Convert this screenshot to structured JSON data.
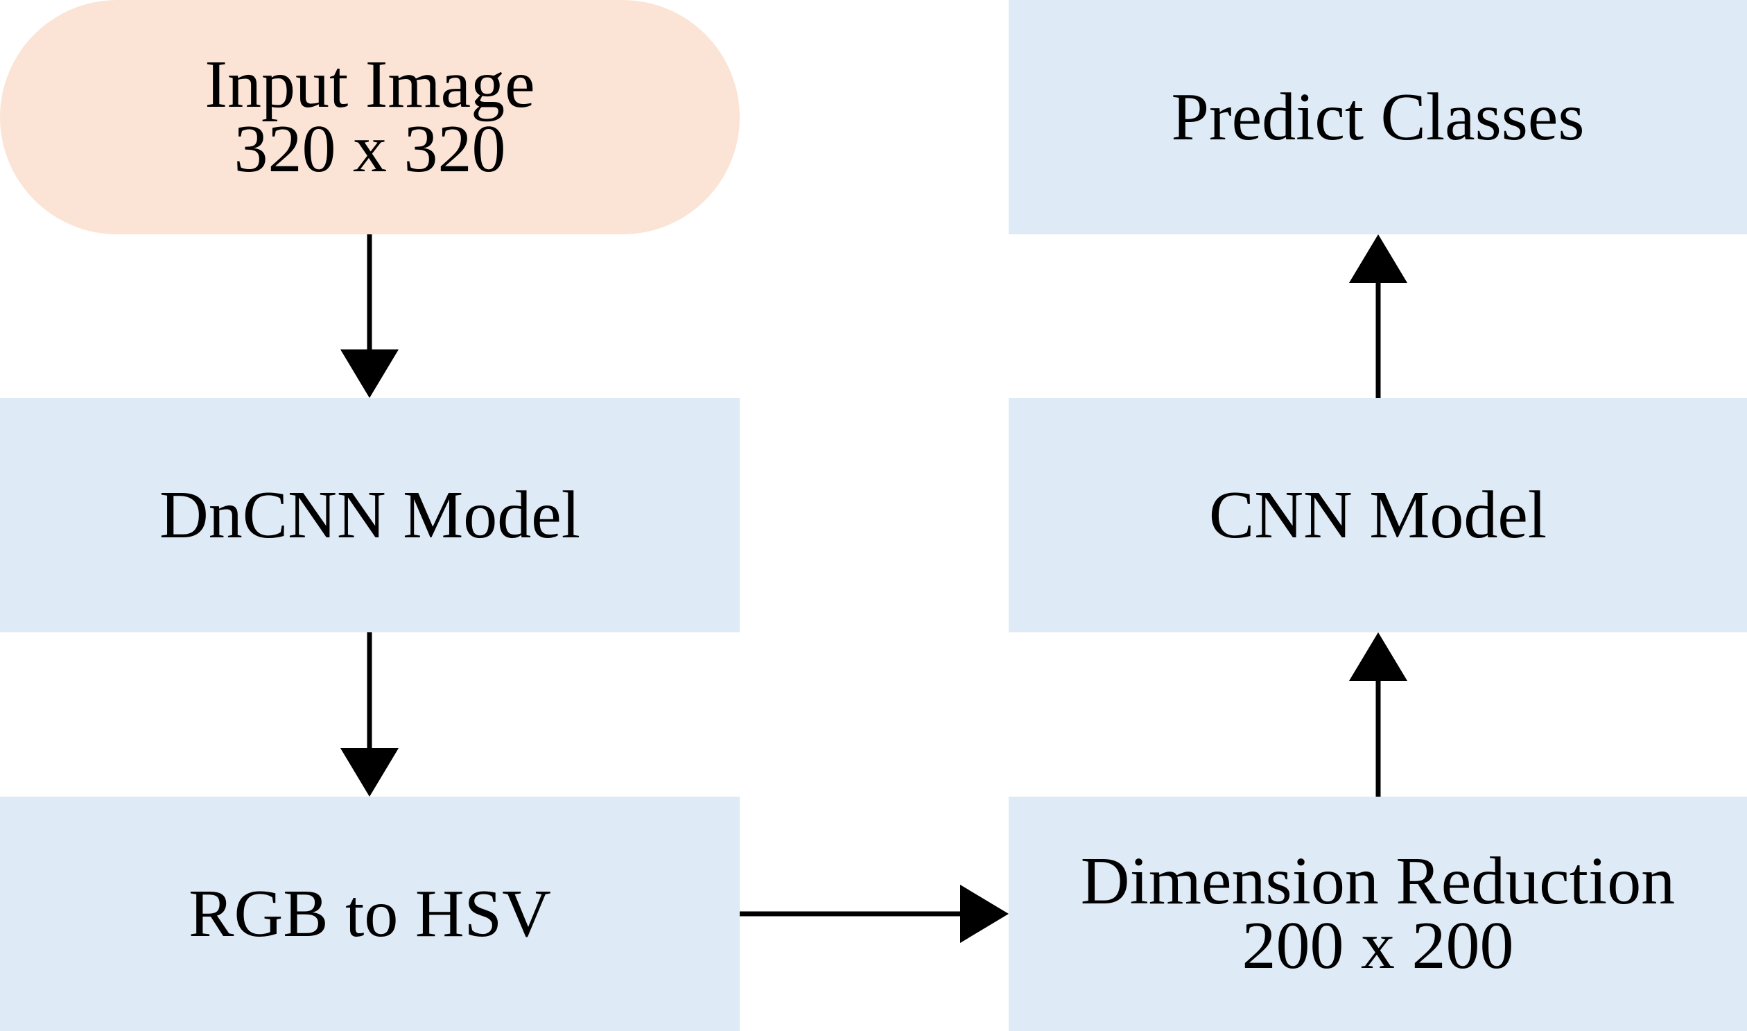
{
  "nodes": {
    "input_image": {
      "line1": "Input Image",
      "line2": "320 x 320"
    },
    "dncnn_model": {
      "label": "DnCNN Model"
    },
    "rgb_to_hsv": {
      "label": "RGB to HSV"
    },
    "dimension_reduction": {
      "line1": "Dimension Reduction",
      "line2": "200 x 200"
    },
    "cnn_model": {
      "label": "CNN Model"
    },
    "predict_classes": {
      "label": "Predict Classes"
    }
  },
  "colors": {
    "terminal_fill": "#fbe4d6",
    "process_fill": "#deeaf6",
    "arrow": "#000000"
  }
}
